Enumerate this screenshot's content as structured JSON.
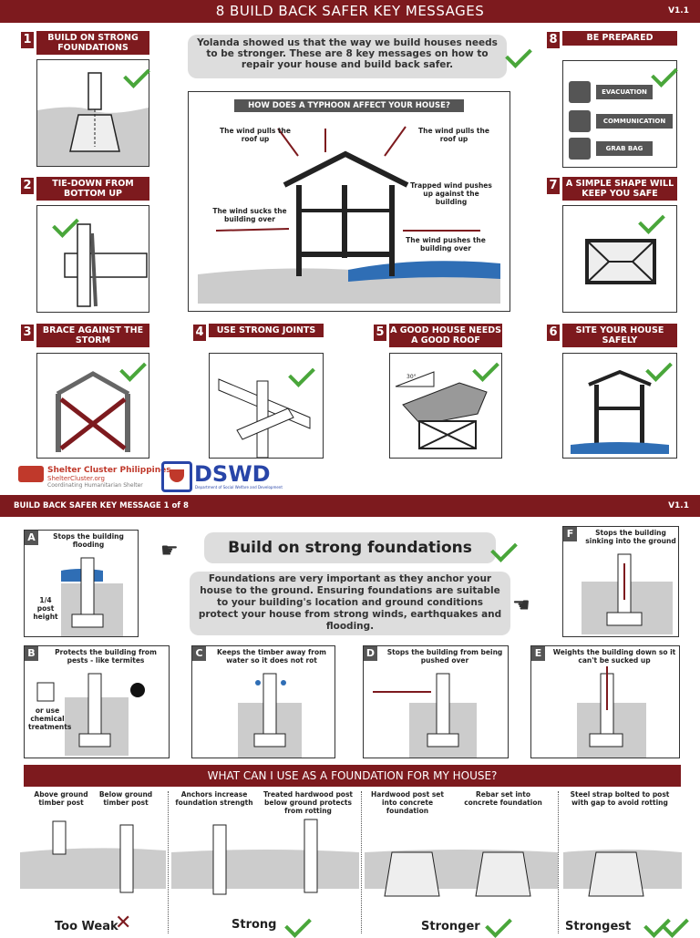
{
  "header": {
    "title": "8 BUILD BACK SAFER KEY MESSAGES",
    "version": "V1.1"
  },
  "intro": "Yolanda showed us that the way we build houses needs to be stronger. These are 8 key messages on how to repair your house and build back safer.",
  "typhoon": {
    "title": "HOW DOES A TYPHOON AFFECT YOUR HOUSE?",
    "labels": [
      "The wind pulls the roof up",
      "The wind pulls the roof up",
      "The wind sucks the building over",
      "Trapped wind pushes up against the building",
      "The wind pushes the building over"
    ]
  },
  "messages": [
    {
      "num": "1",
      "label": "BUILD ON STRONG FOUNDATIONS"
    },
    {
      "num": "2",
      "label": "TIE-DOWN FROM BOTTOM UP"
    },
    {
      "num": "3",
      "label": "BRACE AGAINST THE STORM"
    },
    {
      "num": "4",
      "label": "USE STRONG JOINTS"
    },
    {
      "num": "5",
      "label": "A GOOD HOUSE NEEDS A GOOD ROOF"
    },
    {
      "num": "6",
      "label": "SITE YOUR HOUSE SAFELY"
    },
    {
      "num": "7",
      "label": "A SIMPLE SHAPE WILL KEEP YOU SAFE"
    },
    {
      "num": "8",
      "label": "BE PREPARED"
    }
  ],
  "prepared": [
    "EVACUATION",
    "COMMUNICATION",
    "GRAB BAG"
  ],
  "roof_angle": "30°",
  "logos": {
    "shelter_name": "Shelter Cluster Philippines",
    "shelter_url": "ShelterCluster.org",
    "shelter_tag": "Coordinating Humanitarian Shelter",
    "dswd": "DSWD",
    "dswd_sub": "Department of Social Welfare and Development"
  },
  "section2": {
    "bar_left": "BUILD BACK SAFER KEY MESSAGE 1 of 8",
    "bar_right": "V1.1",
    "title": "Build on strong foundations",
    "body": "Foundations are very important as they anchor your house to the ground. Ensuring foundations are suitable to your building's location and ground conditions protect your house from strong winds, earthquakes and flooding.",
    "panels": [
      {
        "letter": "A",
        "caption": "Stops the building flooding",
        "note": "1/4 post height"
      },
      {
        "letter": "B",
        "caption": "Protects the building from pests - like termites",
        "note": "or use chemical treatments"
      },
      {
        "letter": "C",
        "caption": "Keeps the timber away from water so it does not rot"
      },
      {
        "letter": "D",
        "caption": "Stops the building from being pushed over"
      },
      {
        "letter": "E",
        "caption": "Weights the building down so it can't be sucked up"
      },
      {
        "letter": "F",
        "caption": "Stops the building sinking into the ground"
      }
    ],
    "what_title": "WHAT CAN I USE AS A FOUNDATION FOR MY HOUSE?",
    "options": [
      "Above ground timber post",
      "Below ground timber post",
      "Anchors increase foundation strength",
      "Treated hardwood post below ground protects from rotting",
      "Hardwood post set into concrete foundation",
      "Rebar set into concrete foundation",
      "Steel strap bolted to post with gap to avoid rotting"
    ],
    "grades": [
      "Too Weak",
      "Strong",
      "Stronger",
      "Strongest"
    ]
  }
}
